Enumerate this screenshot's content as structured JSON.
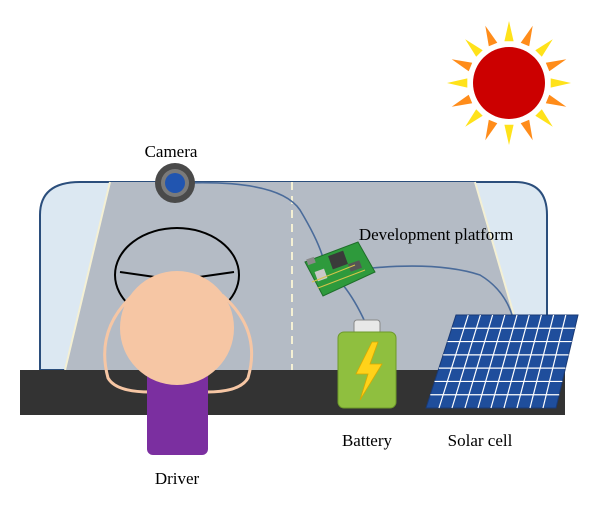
{
  "labels": {
    "camera": "Camera",
    "development_platform": "Development platform",
    "battery": "Battery",
    "solar_cell": "Solar cell",
    "driver": "Driver"
  },
  "colors": {
    "sky_window": "#dce8f2",
    "window_frame": "#2b4e7c",
    "road": "#b4bbc5",
    "dashboard": "#333333",
    "sun": "#cc0000",
    "sun_rays_outer": "#ff8c1a",
    "sun_rays_inner": "#ffe21a",
    "driver_head": "#f6c6a4",
    "driver_body": "#7b2fa0",
    "battery": "#8fbf3f",
    "battery_bolt": "#ffd21a",
    "solar_panel": "#1f4e9c",
    "circuit_board": "#2e9a3c",
    "cable": "#4a6b9a"
  },
  "icons": [
    "sun-icon",
    "camera-icon",
    "circuit-board-icon",
    "battery-icon",
    "lightning-bolt-icon",
    "solar-panel-icon",
    "steering-wheel-icon",
    "driver-figure"
  ]
}
